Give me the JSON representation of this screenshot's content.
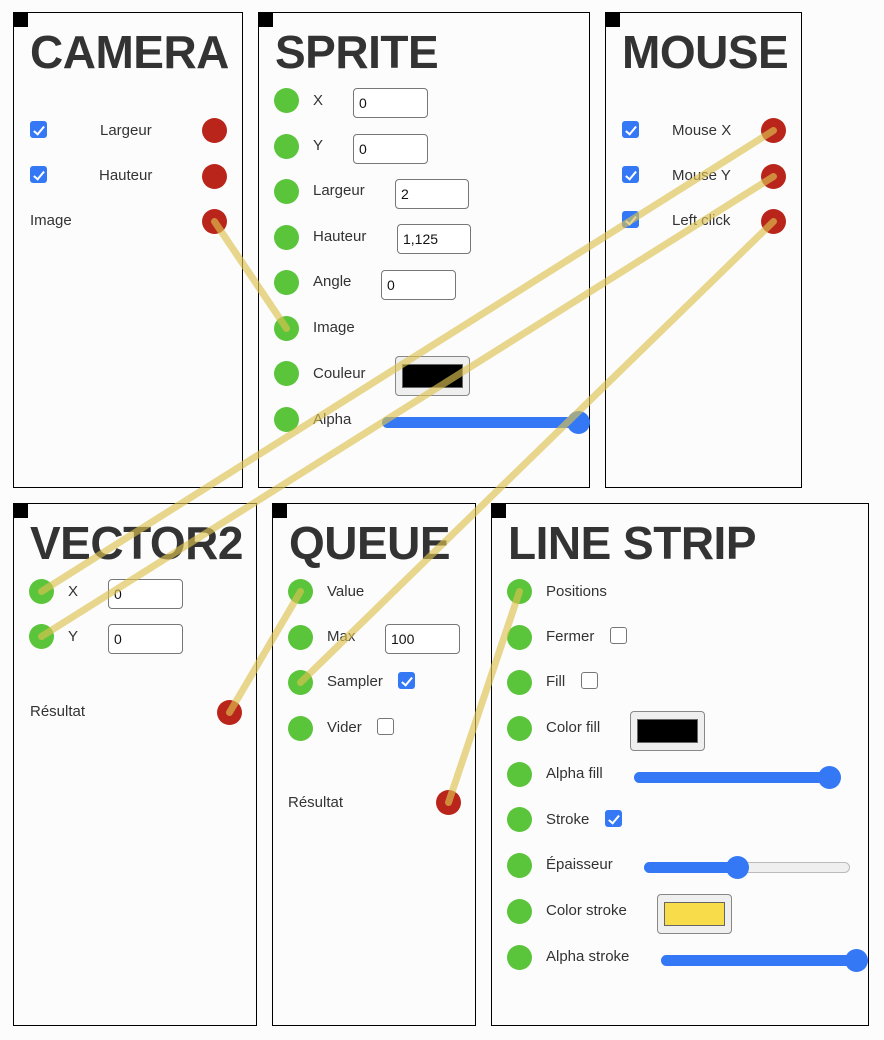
{
  "colors": {
    "input_port": "#5ac53a",
    "output_port": "#b9251a",
    "wire": "#dcc250",
    "accent": "#3478f6"
  },
  "camera": {
    "title": "CAMERA",
    "outputs": [
      {
        "label": "Largeur",
        "checked": true
      },
      {
        "label": "Hauteur",
        "checked": true
      },
      {
        "label": "Image"
      }
    ]
  },
  "sprite": {
    "title": "SPRITE",
    "inputs": [
      {
        "label": "X",
        "value": "0"
      },
      {
        "label": "Y",
        "value": "0"
      },
      {
        "label": "Largeur",
        "value": "2"
      },
      {
        "label": "Hauteur",
        "value": "1,125"
      },
      {
        "label": "Angle",
        "value": "0"
      },
      {
        "label": "Image"
      },
      {
        "label": "Couleur",
        "color": "#000000"
      },
      {
        "label": "Alpha",
        "slider": 1.0
      }
    ]
  },
  "mouse": {
    "title": "MOUSE",
    "outputs": [
      {
        "label": "Mouse X",
        "checked": true
      },
      {
        "label": "Mouse Y",
        "checked": true
      },
      {
        "label": "Left click",
        "checked": true
      }
    ]
  },
  "vector2": {
    "title": "VECTOR2",
    "inputs": [
      {
        "label": "X",
        "value": "0"
      },
      {
        "label": "Y",
        "value": "0"
      }
    ],
    "output": {
      "label": "Résultat"
    }
  },
  "queue": {
    "title": "QUEUE",
    "inputs": [
      {
        "label": "Value"
      },
      {
        "label": "Max",
        "value": "100"
      },
      {
        "label": "Sampler",
        "checked": true
      },
      {
        "label": "Vider",
        "checked": false
      }
    ],
    "output": {
      "label": "Résultat"
    }
  },
  "line_strip": {
    "title": "LINE STRIP",
    "inputs": [
      {
        "label": "Positions"
      },
      {
        "label": "Fermer",
        "checked": false
      },
      {
        "label": "Fill",
        "checked": false
      },
      {
        "label": "Color fill",
        "color": "#000000"
      },
      {
        "label": "Alpha fill",
        "slider": 1.0
      },
      {
        "label": "Stroke",
        "checked": true
      },
      {
        "label": "Épaisseur",
        "slider": 0.45
      },
      {
        "label": "Color stroke",
        "color": "#f8dc4a"
      },
      {
        "label": "Alpha stroke",
        "slider": 1.0
      }
    ]
  },
  "connections": [
    {
      "from": "camera.Image",
      "to": "sprite.Image"
    },
    {
      "from": "mouse.Mouse X",
      "to": "vector2.X"
    },
    {
      "from": "mouse.Mouse Y",
      "to": "vector2.Y"
    },
    {
      "from": "mouse.Left click",
      "to": "queue.Sampler"
    },
    {
      "from": "vector2.Résultat",
      "to": "queue.Value"
    },
    {
      "from": "queue.Résultat",
      "to": "line_strip.Positions"
    }
  ]
}
